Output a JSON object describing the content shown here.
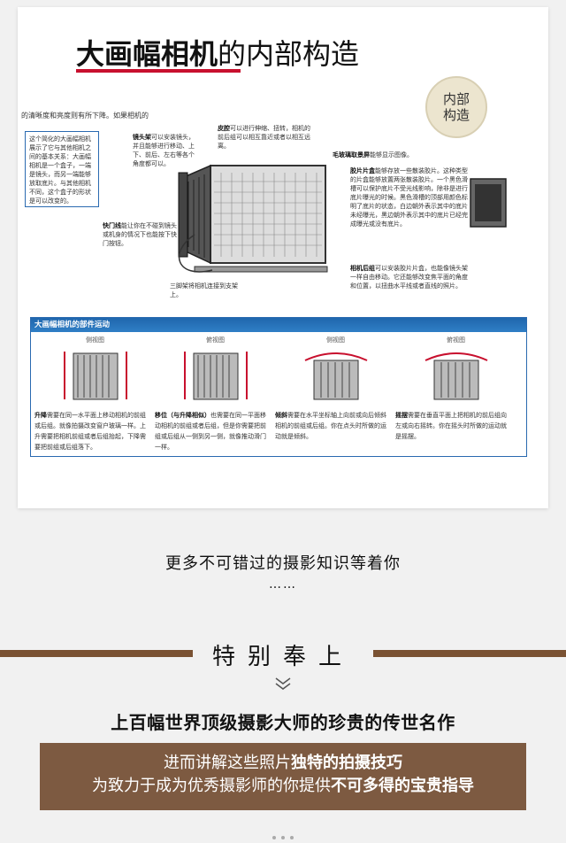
{
  "page": {
    "title_bold": "大画幅相机",
    "title_rest": "的内部构造",
    "badge_line1": "内部",
    "badge_line2": "构造",
    "intro_text": "的清晰度和亮度则有所下降。如果相机的",
    "note_text": "这个简化的大画幅相机展示了它与其他相机之间的基本关系：大画幅相机是一个盒子，一端是镜头，而另一端能够放取底片。与其他相机不同，这个盒子的形状是可以改变的。",
    "lens_holder": {
      "term": "镜头架",
      "text": "可以安装镜头，并且能够进行移动、上下、前后、左右等各个角度都可以。"
    },
    "bellows": {
      "term": "皮腔",
      "text": "可以进行伸缩、扭转，相机的前后组可以相互靠近或者以相互远离。"
    },
    "ground_glass": {
      "term": "毛玻璃取景屏",
      "text": "能够显示图像。"
    },
    "film_holder": {
      "term": "胶片片盒",
      "text": "能够存放一些散装胶片。这种类型的片盒能够放置两张散装胶片。一个黑色滑槽可以保护底片不受光线影响，除非是进行底片曝光的时候。黑色滑槽的顶部用颜色标明了底片的状态，白边朝外表示其中的底片未经曝光，黑边朝外表示其中的底片已经完成曝光或没有底片。"
    },
    "shutter_release": {
      "term": "快门线",
      "text": "能让你在不碰到镜头或机身的情况下也能按下快门按钮。"
    },
    "tripod": {
      "text": "三脚架将相机连接到支架上。"
    },
    "rear_group": {
      "term": "相机后组",
      "text": "可以安装胶片片盒，也能像镜头架一样自由移动。它还能够改变焦平面的角度和位置，以扭曲水平线或者直线的照片。"
    },
    "parts_header": "大画幅相机的部件运动",
    "views": [
      "侧视图",
      "俯视图",
      "侧视图",
      "俯视图"
    ],
    "captions": [
      {
        "term": "升降",
        "text": "需要在同一水平面上移动相机的前组或后组。就像拍摄改变窗户玻璃一样。上升需要把相机前组或者后组抬起，下降需要把前组或后组落下。"
      },
      {
        "term": "移位（与升降相似）",
        "text": "也需要在同一平面移动相机的前组或者后组，但是你需要把前组或后组从一侧到另一侧，就像推动滑门一样。"
      },
      {
        "term": "倾斜",
        "text": "需要在水平坐标轴上向前或向后倾斜相机的前组或后组。你在点头时所做的运动就是倾斜。"
      },
      {
        "term": "摇摆",
        "text": "需要在垂直平面上把相机的前后组向左或向右摇转。你在摇头时所做的运动就是摇摆。"
      }
    ]
  },
  "promo": {
    "more_text": "更多不可错过的摄影知识等着你",
    "dots": "……",
    "special": "特别奉上",
    "headline": "上百幅世界顶级摄影大师的珍贵的传世名作",
    "line1_plain": "进而讲解这些照片",
    "line1_bold": "独特的拍摄技巧",
    "line2_plain": "为致力于成为优秀摄影师的你提供",
    "line2_bold": "不可多得的宝贵指导"
  },
  "colors": {
    "accent_red": "#c8102e",
    "panel_blue": "#2a6ab0",
    "brown": "#7d5a41"
  }
}
